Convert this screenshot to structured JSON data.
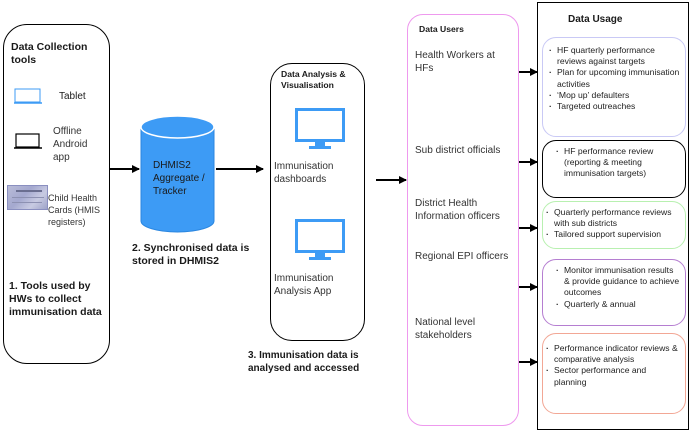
{
  "collection": {
    "title": "Data Collection tools",
    "tools": [
      {
        "icon": "tablet-icon",
        "label": "Tablet"
      },
      {
        "icon": "laptop-icon",
        "label": "Offline Android app"
      },
      {
        "icon": "child-health-card-image",
        "label": "Child Health Cards (HMIS registers)"
      }
    ],
    "caption": "1. Tools used by HWs to collect immunisation data"
  },
  "storage": {
    "db_label": "DHMIS2 Aggregate / Tracker",
    "caption": "2. Synchronised data is stored in DHMIS2"
  },
  "analysis": {
    "title": "Data Analysis & Visualisation",
    "apps": [
      {
        "icon": "monitor-icon",
        "label": "Immunisation dashboards"
      },
      {
        "icon": "monitor-icon",
        "label": "Immunisation Analysis App"
      }
    ],
    "caption": "3. Immunisation data is analysed and accessed"
  },
  "users": {
    "title": "Data Users",
    "items": [
      "Health Workers at HFs",
      "Sub district officials",
      "District Health Information officers",
      "Regional EPI officers",
      "National level stakeholders"
    ]
  },
  "usage": {
    "title": "Data Usage",
    "groups": [
      {
        "color": "#c9c9f5",
        "items": [
          "HF quarterly performance reviews against targets",
          "Plan for upcoming immunisation activities",
          "‘Mop up’ defaulters",
          "Targeted outreaches"
        ]
      },
      {
        "color": "#000000",
        "items": [
          "HF performance review (reporting & meeting immunisation targets)"
        ]
      },
      {
        "color": "#b8f0b0",
        "items": [
          "Quarterly performance reviews with sub districts",
          "Tailored support supervision"
        ]
      },
      {
        "color": "#b57ed1",
        "items": [
          "Monitor immunisation results & provide guidance to achieve outcomes",
          "Quarterly & annual"
        ]
      },
      {
        "color": "#f2a795",
        "items": [
          "Performance indicator reviews & comparative analysis",
          "Sector performance and planning"
        ]
      }
    ]
  },
  "colors": {
    "accent_blue": "#3d9bf5",
    "users_border": "#ee99ee"
  }
}
